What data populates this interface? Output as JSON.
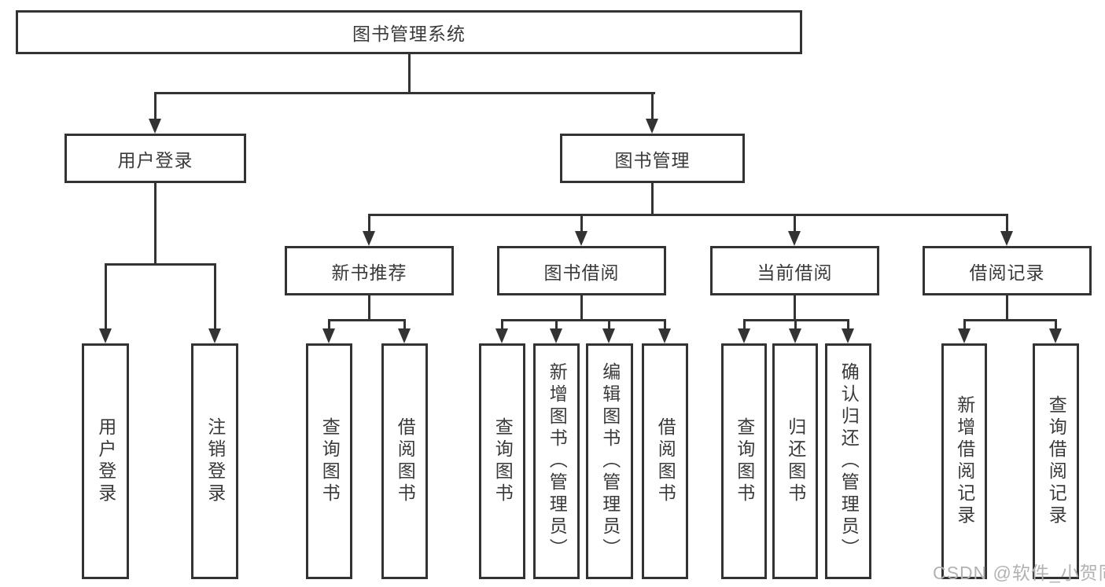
{
  "colors": {
    "line": "#333333",
    "text": "#3a3a3a",
    "watermark": "#b2b2b2"
  },
  "chart": {
    "root": "图书管理系统",
    "user_login": "用户登录",
    "book_mgmt": "图书管理",
    "user_login_children": [
      "用户登录",
      "注销登录"
    ],
    "book_mgmt_children": [
      "新书推荐",
      "图书借阅",
      "当前借阅",
      "借阅记录"
    ],
    "new_book_children": [
      "查询图书",
      "借阅图书"
    ],
    "book_borrow_children": [
      "查询图书",
      "新增图书（管理员）",
      "编辑图书（管理员）",
      "借阅图书"
    ],
    "current_borrow_children": [
      "查询图书",
      "归还图书",
      "确认归还（管理员）"
    ],
    "borrow_record_children": [
      "新增借阅记录",
      "查询借阅记录"
    ]
  },
  "watermark": "CSDN @软件_小贺同学"
}
